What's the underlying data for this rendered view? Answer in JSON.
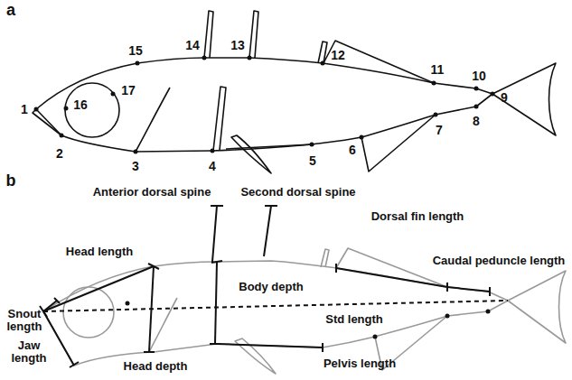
{
  "diagram": {
    "labels": [
      "a",
      "1",
      "2",
      "3",
      "4",
      "5",
      "6",
      "7",
      "8",
      "9",
      "10",
      "11",
      "12",
      "13",
      "14",
      "15",
      "16",
      "17",
      "b",
      "Anterior dorsal spine",
      "Second dorsal spine",
      "Dorsal fin length",
      "Caudal peduncle length",
      "Head length",
      "Snout length",
      "Body depth",
      "Std length",
      "Jaw length",
      "Head depth",
      "Pelvis length"
    ]
  }
}
